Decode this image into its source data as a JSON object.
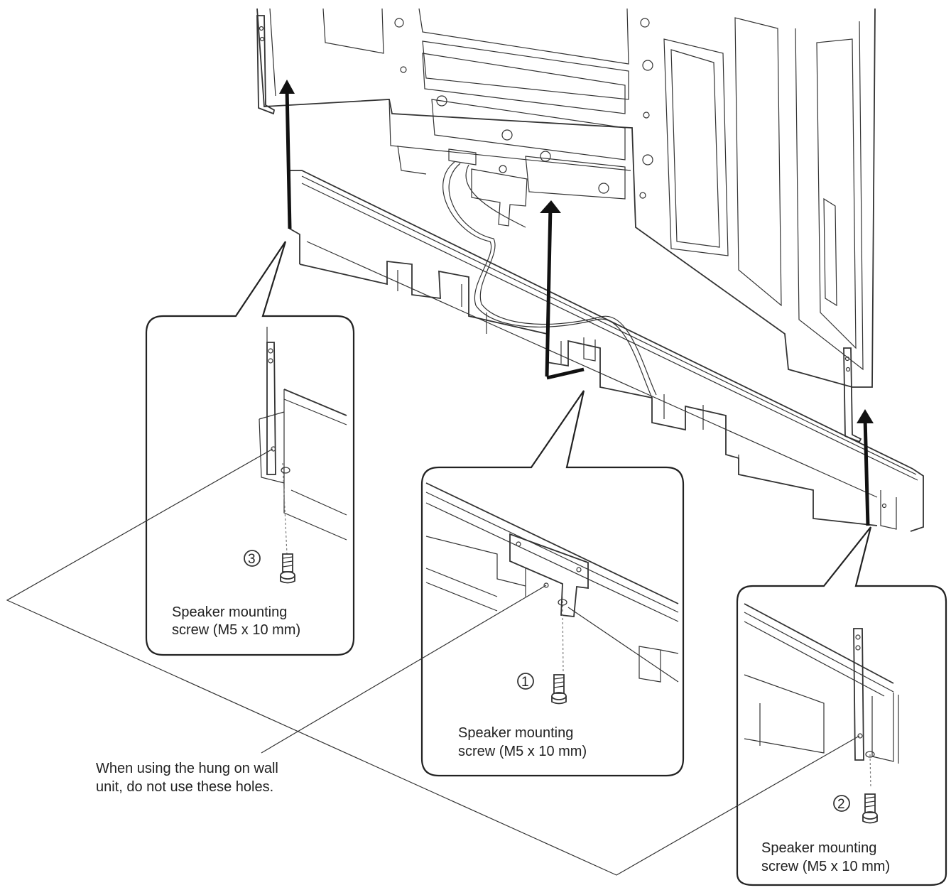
{
  "callouts": {
    "left": {
      "number": "3",
      "label_line1": "Speaker mounting",
      "label_line2": "screw (M5 x 10 mm)"
    },
    "center": {
      "number": "1",
      "label_line1": "Speaker mounting",
      "label_line2": "screw (M5 x 10 mm)"
    },
    "right": {
      "number": "2",
      "label_line1": "Speaker mounting",
      "label_line2": "screw (M5 x 10 mm)"
    }
  },
  "note": {
    "line1": "When using the hung on wall",
    "line2": "unit, do not use these holes."
  },
  "icons": {
    "screw": "screw-icon",
    "arrow": "up-arrow-icon",
    "bracket": "mounting-bracket-icon"
  }
}
